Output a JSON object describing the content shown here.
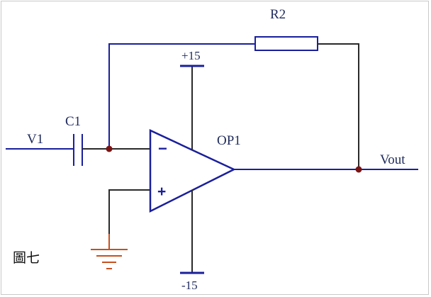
{
  "labels": {
    "input": "V1",
    "capacitor": "C1",
    "resistor": "R2",
    "opamp": "OP1",
    "output": "Vout",
    "supply_positive": "+15",
    "supply_negative": "-15",
    "inverting_input": "−",
    "noninverting_input": "+",
    "figure_caption": "圖七"
  },
  "colors": {
    "wire": "#1a1f9c",
    "junction": "#7a1414",
    "ground": "#c8501e",
    "text": "#1e2a5c"
  }
}
